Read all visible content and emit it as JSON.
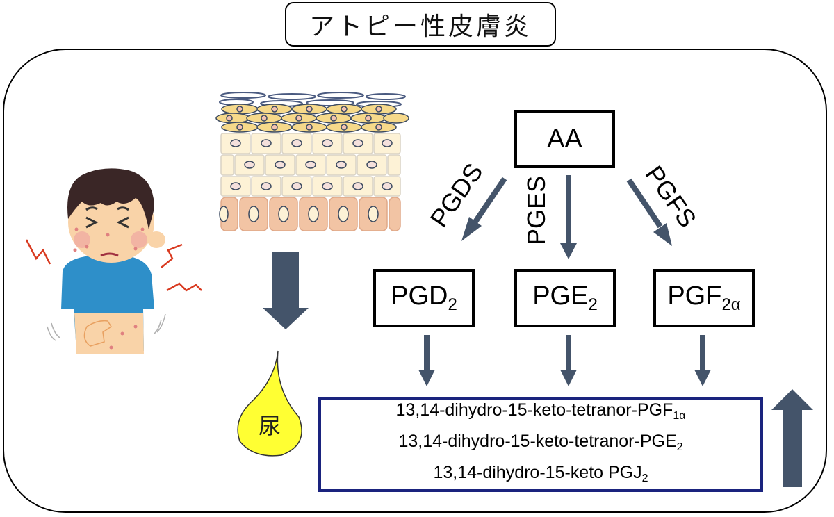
{
  "title": "アトピー性皮膚炎",
  "pathway": {
    "precursor": "AA",
    "enzymes": [
      "PGDS",
      "PGES",
      "PGFS"
    ],
    "products": [
      {
        "base": "PGD",
        "sub": "2"
      },
      {
        "base": "PGE",
        "sub": "2"
      },
      {
        "base": "PGF",
        "sub": "2α"
      }
    ],
    "metabolites": [
      {
        "base": "13,14-dihydro-15-keto-tetranor-PGF",
        "sub": "1α"
      },
      {
        "base": "13,14-dihydro-15-keto-tetranor-PGE",
        "sub": "2"
      },
      {
        "base": "13,14-dihydro-15-keto PGJ",
        "sub": "2"
      }
    ],
    "trend": "increase"
  },
  "urine_label": "尿",
  "colors": {
    "arrow": "#44546a",
    "metabolite_border": "#1a237e",
    "urine": "#ffff33",
    "itch_marks": "#d93a20",
    "shirt": "#2e8fc9",
    "skin": "#f9d3a8",
    "hair": "#3a2626"
  },
  "icons": {
    "child": "itchy-child-illustration",
    "skin": "skin-layers-illustration",
    "urine": "urine-drop-icon"
  }
}
